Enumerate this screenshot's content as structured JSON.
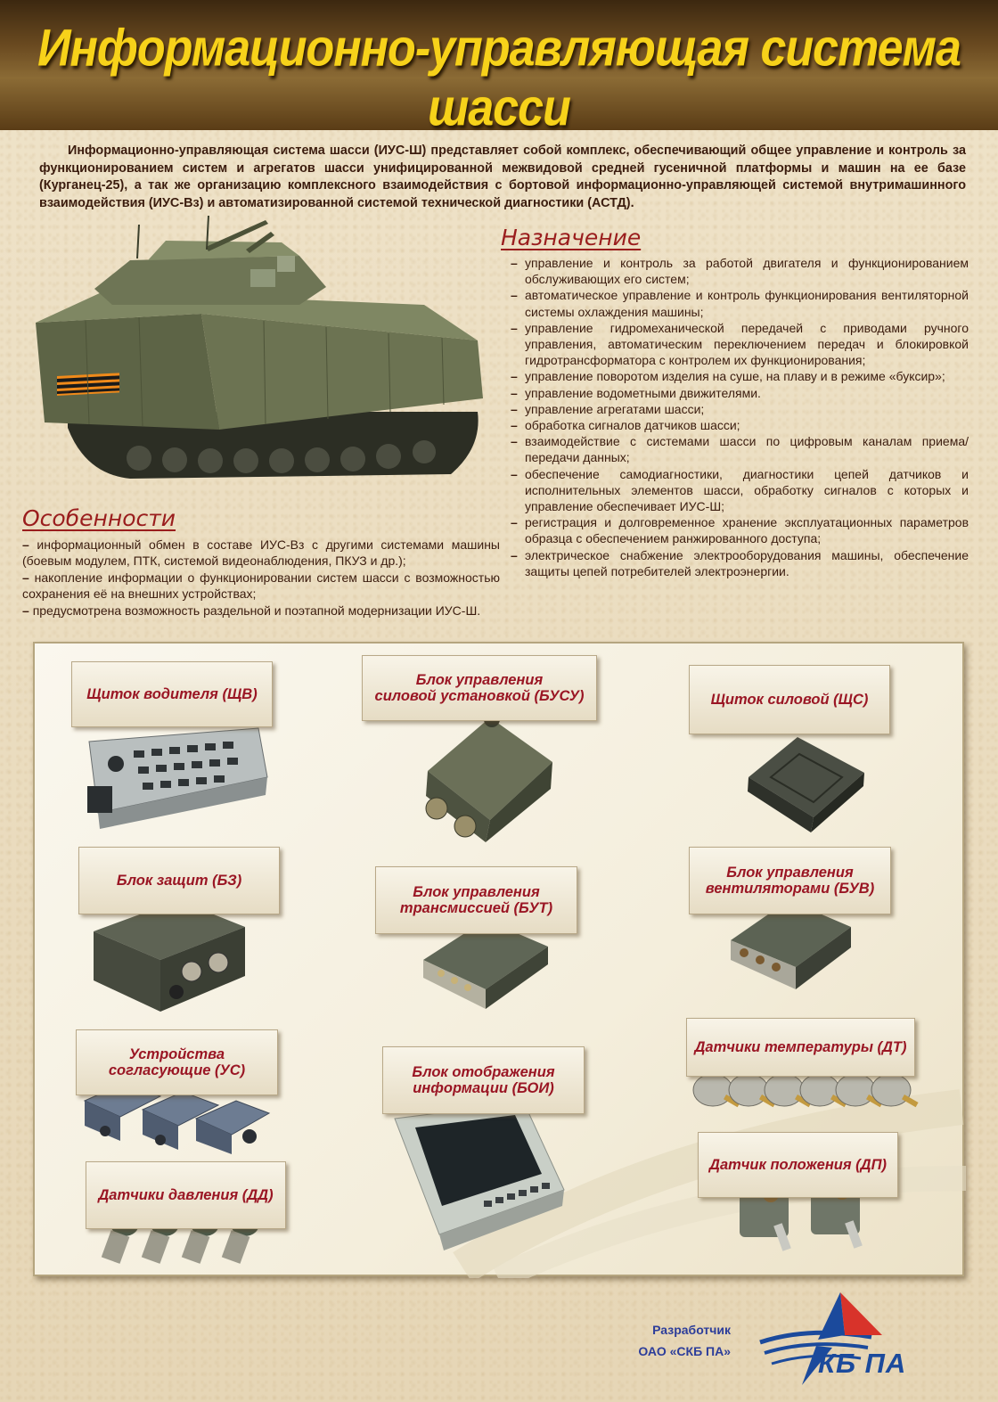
{
  "header": {
    "title": "Информационно-управляющая система шасси"
  },
  "intro": "Информационно-управляющая система шасси (ИУС-Ш) представляет собой комплекс, обеспечивающий общее управление и контроль за функционированием систем и агрегатов шасси унифицированной межвидовой средней гусеничной платформы и машин на ее базе (Курганец-25), а так же организацию комплексного взаимодействия с бортовой информационно-управляющей системой внутримашинного взаимодействия (ИУС-Вз) и автоматизированной системой технической диагностики (АСТД).",
  "purpose": {
    "title": "Назначение",
    "items": [
      "управление и контроль за работой двигателя и функционированием обслуживающих его систем;",
      "автоматическое управление и контроль функционирования вентиляторной системы охлаждения машины;",
      "управление гидромеханической передачей с приводами ручного управления, автоматическим переключением передач и блокировкой гидротрансформатора с контролем их функционирования;",
      "управление поворотом изделия на суше, на плаву и в режиме «буксир»;",
      "управление водометными движителями.",
      "управление агрегатами шасси;",
      "обработка сигналов датчиков шасси;",
      "взаимодействие с системами шасси по цифровым каналам приема/передачи данных;",
      "обеспечение самодиагностики, диагностики цепей датчиков и исполнительных элементов шасси, обработку сигналов с которых и управление обеспечивает ИУС-Ш;",
      "регистрация и долговременное хранение эксплуатационных параметров образца с обеспечением ранжированного доступа;",
      "электрическое снабжение электрооборудования машины, обеспечение защиты цепей потребителей электроэнергии."
    ]
  },
  "features": {
    "title": "Особенности",
    "items": [
      "информационный обмен в составе ИУС-Вз с другими системами машины (боевым модулем, ПТК, системой видеонаблюдения, ПКУЗ и др.);",
      "накопление информации о функционировании систем шасси с возможностью сохранения её на внешних устройствах;",
      "предусмотрена возможность раздельной и поэтапной модернизации ИУС-Ш."
    ]
  },
  "components": [
    {
      "label": "Щиток водителя  (ЩВ)",
      "icon": "driver-panel-device"
    },
    {
      "label": "Блок управления\nсиловой установкой (БУСУ)",
      "icon": "power-unit-control-block"
    },
    {
      "label": "Щиток силовой  (ЩС)",
      "icon": "power-panel-device"
    },
    {
      "label": "Блок защит (БЗ)",
      "icon": "protection-block"
    },
    {
      "label": "Блок управления\nтрансмиссией (БУТ)",
      "icon": "transmission-control-block"
    },
    {
      "label": "Блок управления\nвентиляторами (БУВ)",
      "icon": "fan-control-block"
    },
    {
      "label": "Устройства\nсогласующие (УС)",
      "icon": "matching-devices"
    },
    {
      "label": "Блок отображения\nинформации (БОИ)",
      "icon": "display-unit"
    },
    {
      "label": "Датчики температуры (ДТ)",
      "icon": "temperature-sensors"
    },
    {
      "label": "Датчики давления (ДД)",
      "icon": "pressure-sensors"
    },
    {
      "label": "Датчик положения (ДП)",
      "icon": "position-sensors"
    }
  ],
  "developer": {
    "line1": "Разработчик",
    "line2": "ОАО «СКБ ПА»",
    "logo_text": "КБ ПА"
  },
  "colors": {
    "title_yellow": "#f7d21a",
    "header_brown": "#6a4a20",
    "accent_red": "#9a1624",
    "logo_blue": "#1b4a9c"
  }
}
